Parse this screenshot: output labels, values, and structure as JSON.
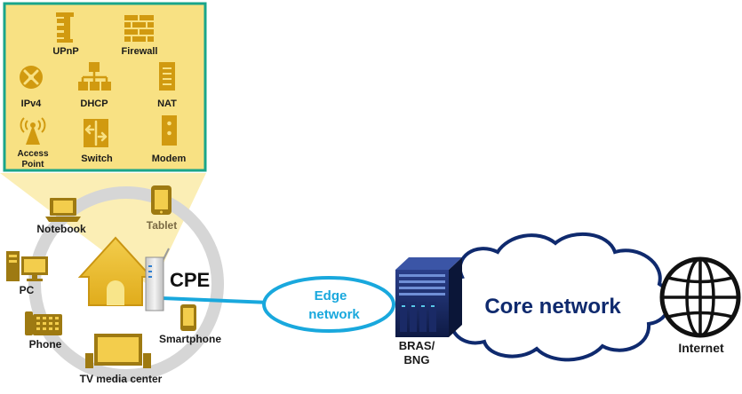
{
  "features": {
    "upnp": "UPnP",
    "firewall": "Firewall",
    "ipv4": "IPv4",
    "dhcp": "DHCP",
    "nat": "NAT",
    "access_point_line1": "Access",
    "access_point_line2": "Point",
    "switch": "Switch",
    "modem": "Modem"
  },
  "devices": {
    "notebook": "Notebook",
    "tablet": "Tablet",
    "pc": "PC",
    "phone": "Phone",
    "smartphone": "Smartphone",
    "tv": "TV media center"
  },
  "cpe_label": "CPE",
  "edge_network": {
    "line1": "Edge",
    "line2": "network"
  },
  "bras": {
    "line1": "BRAS/",
    "line2": "BNG"
  },
  "core_network": "Core network",
  "internet": "Internet",
  "colors": {
    "panel_fill": "#f8e183",
    "panel_border": "#1aa58a",
    "icon_gold": "#d19a10",
    "device_gold": "#9e7a12",
    "ring_gray": "#d6d6d6",
    "edge_blue": "#19a8dd",
    "core_navy": "#0f2a6e",
    "label_dark": "#1a1a1a"
  }
}
